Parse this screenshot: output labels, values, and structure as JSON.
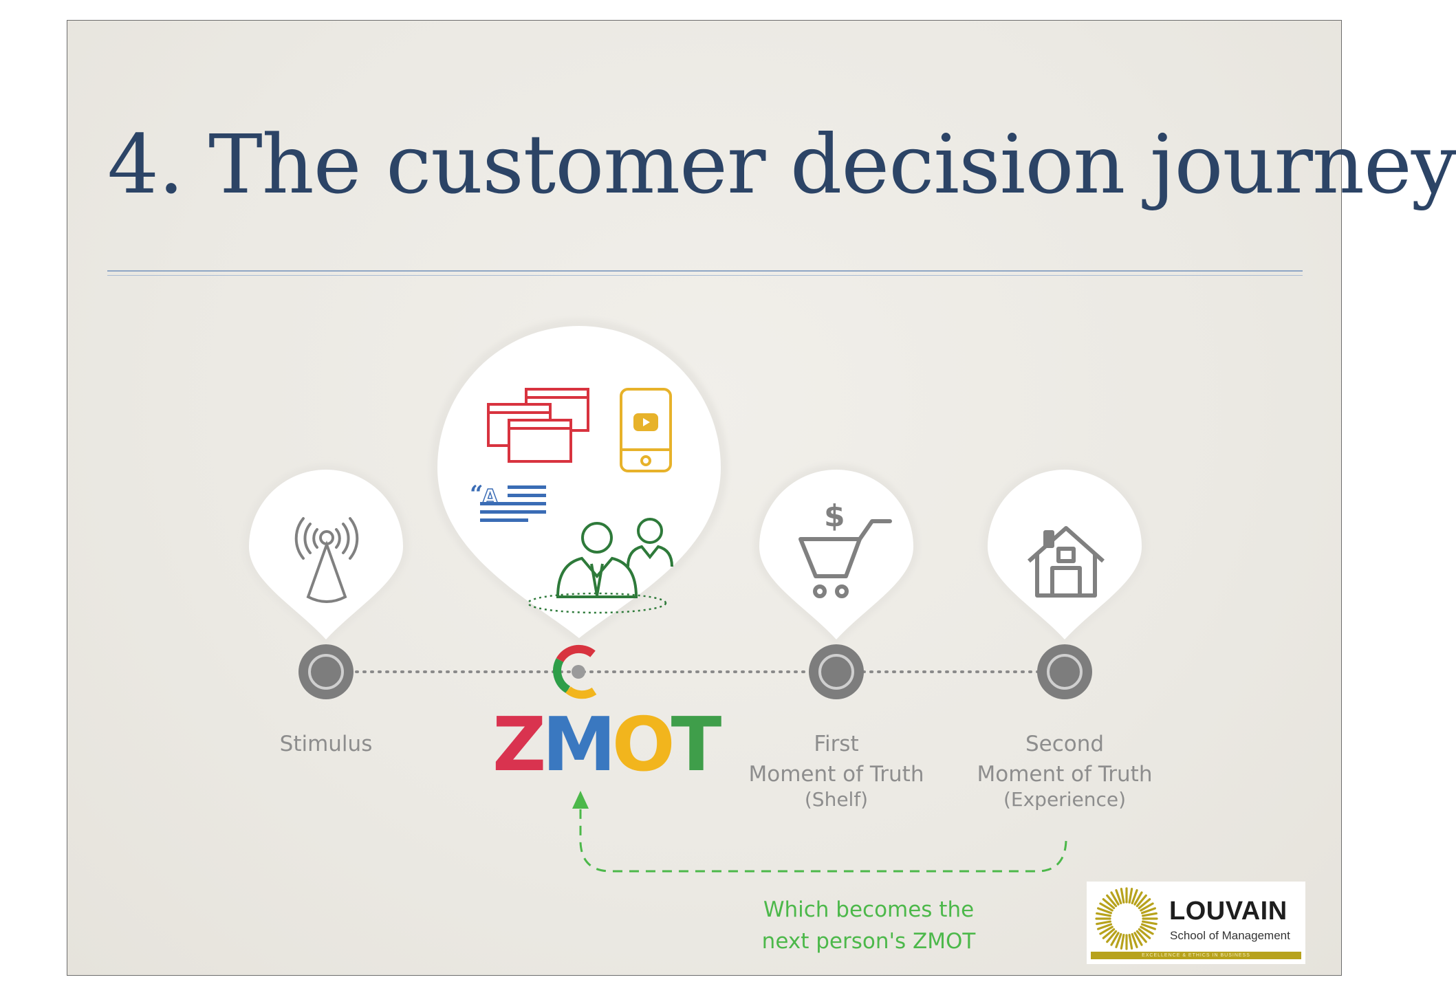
{
  "slide": {
    "title": "4. The customer decision journey"
  },
  "steps": [
    {
      "id": "stimulus",
      "lines": [
        "Stimulus"
      ],
      "icon": "broadcast-antenna-icon"
    },
    {
      "id": "zmot",
      "lines": [
        "ZMOT"
      ],
      "icon": "research-cluster-icon"
    },
    {
      "id": "fmot",
      "lines": [
        "First",
        "Moment of Truth",
        "(Shelf)"
      ],
      "icon": "shopping-cart-icon"
    },
    {
      "id": "smot",
      "lines": [
        "Second",
        "Moment of Truth",
        "(Experience)"
      ],
      "icon": "house-icon"
    }
  ],
  "zmot_letters": [
    {
      "char": "Z",
      "color": "#d9334f"
    },
    {
      "char": "M",
      "color": "#3a78c0"
    },
    {
      "char": "O",
      "color": "#f2b51d"
    },
    {
      "char": "T",
      "color": "#3f9e4a"
    }
  ],
  "loop_note": {
    "lines": [
      "Which becomes the",
      "next person's ZMOT"
    ],
    "color": "#4cb84a"
  },
  "logo": {
    "name": "LOUVAIN",
    "school": "School of Management",
    "motto": "EXCELLENCE & ETHICS IN BUSINESS",
    "accent": "#b7a21c"
  },
  "colors": {
    "title": "#2c4466",
    "node": "#7d7d7d",
    "label": "#8d8d8d",
    "browser_red": "#d8333f",
    "phone_yellow": "#e7b22a",
    "text_blue": "#3a6cb5",
    "people_green": "#2e7a3a"
  }
}
